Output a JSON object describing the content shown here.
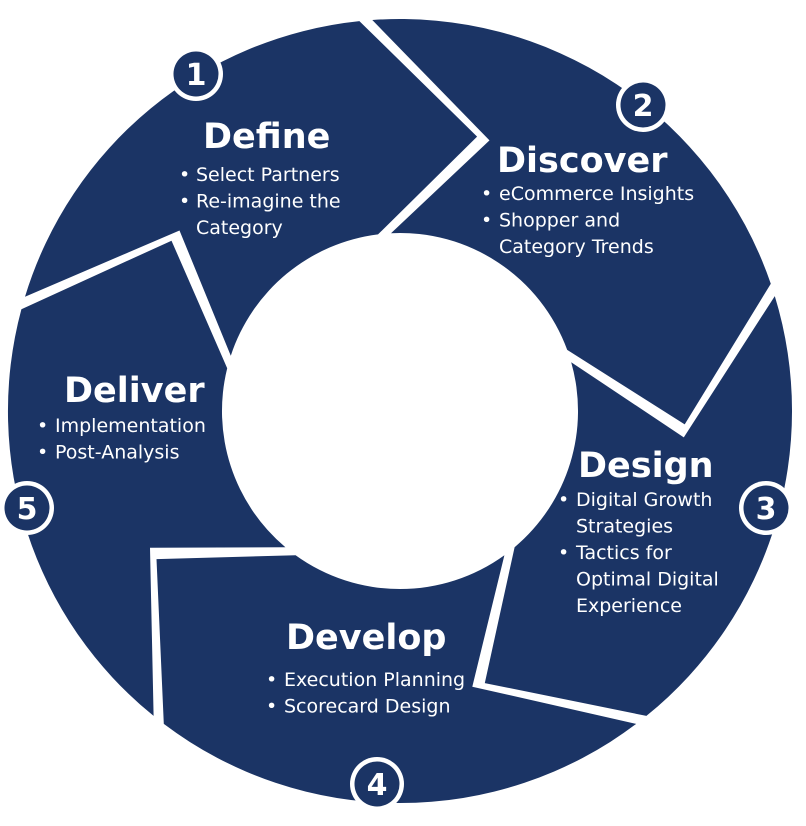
{
  "colors": {
    "segment_fill": "#1b3465",
    "background": "#ffffff",
    "text": "#ffffff",
    "badge_fill": "#1b3465",
    "badge_ring": "#ffffff"
  },
  "stages": [
    {
      "number": "1",
      "title": "Define",
      "bullets": [
        {
          "bullet": "•",
          "lines": [
            "Select Partners"
          ]
        },
        {
          "bullet": "•",
          "lines": [
            "Re-imagine the",
            "Category"
          ]
        }
      ]
    },
    {
      "number": "2",
      "title": "Discover",
      "bullets": [
        {
          "bullet": "•",
          "lines": [
            "eCommerce Insights"
          ]
        },
        {
          "bullet": "•",
          "lines": [
            "Shopper and",
            "Category Trends"
          ]
        }
      ]
    },
    {
      "number": "3",
      "title": "Design",
      "bullets": [
        {
          "bullet": "•",
          "lines": [
            "Digital Growth",
            "Strategies"
          ]
        },
        {
          "bullet": "•",
          "lines": [
            "Tactics for",
            "Optimal Digital",
            "Experience"
          ]
        }
      ]
    },
    {
      "number": "4",
      "title": "Develop",
      "bullets": [
        {
          "bullet": "•",
          "lines": [
            "Execution Planning"
          ]
        },
        {
          "bullet": "•",
          "lines": [
            "Scorecard Design"
          ]
        }
      ]
    },
    {
      "number": "5",
      "title": "Deliver",
      "bullets": [
        {
          "bullet": "•",
          "lines": [
            "Implementation"
          ]
        },
        {
          "bullet": "•",
          "lines": [
            "Post-Analysis"
          ]
        }
      ]
    }
  ]
}
